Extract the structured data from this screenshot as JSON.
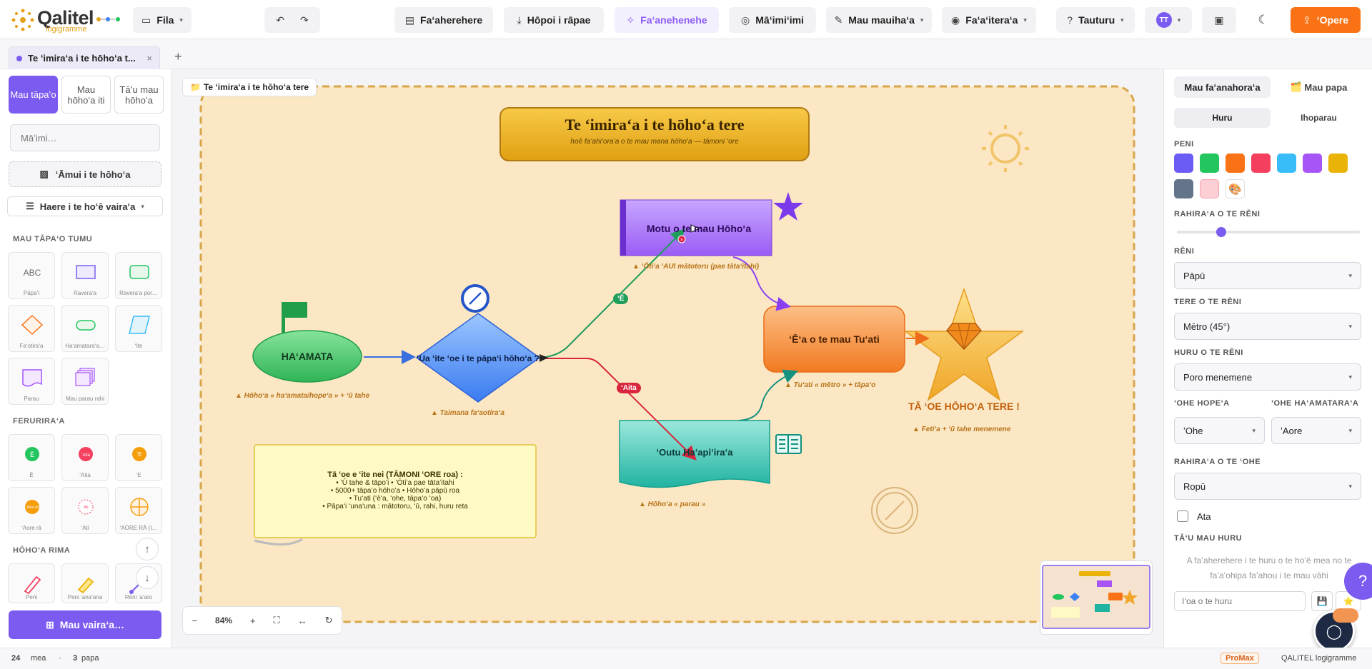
{
  "brand": {
    "name": "Qalitel",
    "sub": "logigramme"
  },
  "colors": {
    "accent": "#7c5cf0",
    "cta": "#f97316",
    "canvas_bg": "#fbe7c4",
    "canvas_border": "#d8a64a"
  },
  "toolbar": {
    "file": "Fila",
    "add": "Faʻaherehere",
    "download": "Hōpoi i rāpae",
    "ai": "Faʻanehenehe",
    "check": "Māʻimiʻimi",
    "tools": "Mau mauihaʻa",
    "view": "Faʻaʻiteraʻa",
    "help": "Tauturu",
    "avatar": "TT",
    "share": "ʻOpere"
  },
  "tab": {
    "title": "Te ʻimiraʻa i te hōhoʻa t..."
  },
  "left": {
    "modes": [
      "Mau tāpaʻo",
      "Mau hōhoʻa iti",
      "Tāʻu mau hōhoʻa"
    ],
    "search_placeholder": "Māʻimi…",
    "import": "ʻĀmui i te hōhoʻa",
    "gallery": "Haere i te hoʻē vairaʻa",
    "sect_shapes": "MAU TĀPAʻO TUMU",
    "sect_tools": "FERURIRAʻA",
    "sect_draw": "HŌHOʻA RIMA",
    "shapes": [
      "Pāpaʻi",
      "Raveraʻa",
      "Raveraʻa por…",
      "Faʻotiraʻa",
      "Haʻamataraʻa…",
      "ʻIte",
      "Parau",
      "Mau parau rahi"
    ],
    "tools": [
      "Ē",
      "ʻAita",
      "ʻE",
      "ʻAore rā",
      "ʻAti",
      "ʻAORE RĀ (I…"
    ],
    "tools_icons": [
      "Ē",
      "ʻAita",
      "ʻE",
      "ʻAore rā",
      "ʻAti"
    ],
    "draw": [
      "Peni",
      "Peni ʻanaʻana",
      "Rēni ʻaʻaro"
    ],
    "cta": "Mau vairaʻa…"
  },
  "canvas": {
    "page_tag": "Te ʻimiraʻa i te hōhoʻa tere",
    "title": "Te ʻimiraʻa i te hōhoʻa tere",
    "subtitle": "hoê faʻahiʻoraʻa o te mau mana hōhoʻa — tāmoni ʻore",
    "nodes": {
      "start": "HAʻAMATA",
      "decision": "ʻUa ʻite ʻoe i te pāpaʻi hōhoʻa ?",
      "motu": "Motu o te mau Hōhoʻa",
      "tuati": "ʻĒʻa o te mau Tuʻati",
      "outu": "ʻOutu Haʻapiʻiraʻa",
      "end": "TĀ ʻOE HŌHOʻA TERE !"
    },
    "labels": {
      "start": "▲ Hōhoʻa « haʻamata/hopeʻa » + ʻū tahe",
      "decision": "▲ Taimana faʻaotiraʻa",
      "motu": "▲ ʻŌtiʻa ʻAUI mātotoru (pae tātaʻitahi)",
      "tuati": "▲ Tuʻati « mētro » + tāpaʻo",
      "outu": "▲ Hōhoʻa « parau »",
      "end": "▲ Fetiʻa + ʻū tahe menemene"
    },
    "edge_yes": "ʻĒ",
    "edge_no": "ʻAita",
    "note": {
      "title": "Tā ʻoe e ʻite nei (TĀMONI ʻORE roa) :",
      "lines": [
        "• ʻŪ tahe & tāpoʻi • ʻŌtiʻa pae tātaʻitahi",
        "• 5000+ tāpaʻo hōhoʻa • Hōhoʻa pāpū roa",
        "• Tuʻati (ʻēʻa, ʻohe, tāpaʻo ʻoa)",
        "• Pāpaʻi ʻunaʻuna : mātotoru, ʻū, rahi, huru reta"
      ]
    },
    "zoom": "84%"
  },
  "right": {
    "tabs": [
      "Mau faʻanahoraʻa",
      "Mau papa"
    ],
    "sub": [
      "Huru",
      "Ihoparau"
    ],
    "peni": "PENI",
    "swatches": [
      "#6a5cf5",
      "#22c55e",
      "#f97316",
      "#f43f5e",
      "#38bdf8",
      "#a855f7",
      "#eab308",
      "#64748b",
      "#fbcfd4"
    ],
    "rahiraa": "RAHIRAʻA O TE RĒNI",
    "slider_level": 0.23,
    "reni_lbl": "RĒNI",
    "reni_val": "Pāpū",
    "tere_lbl": "TERE O TE RĒNI",
    "tere_val": "Mētro (45°)",
    "huru_lbl": "HURU O TE RĒNI",
    "huru_val": "Poro menemene",
    "ohe_hope_lbl": "ʻOHE HOPEʻA",
    "ohe_hope_val": "ʻOhe",
    "ohe_haam_lbl": "ʻOHE HAʻAMATARAʻA",
    "ohe_haam_val": "ʻAore",
    "rahi_ohe_lbl": "RAHIRAʻA O TE ʻOHE",
    "rahi_ohe_val": "Ropū",
    "ata": "Ata",
    "tau_lbl": "TĀʻU MAU HURU",
    "tau_hint": "A faʻaherehere i te huru o te hoʻē mea no te faʻaʻohipa faʻahou i te mau vāhi",
    "name_placeholder": "Iʻoa o te huru"
  },
  "status": {
    "count": "24",
    "items": "mea",
    "pages_n": "3",
    "pages": "papa",
    "plan": "ProMax",
    "app": "QALITEL logigramme"
  }
}
